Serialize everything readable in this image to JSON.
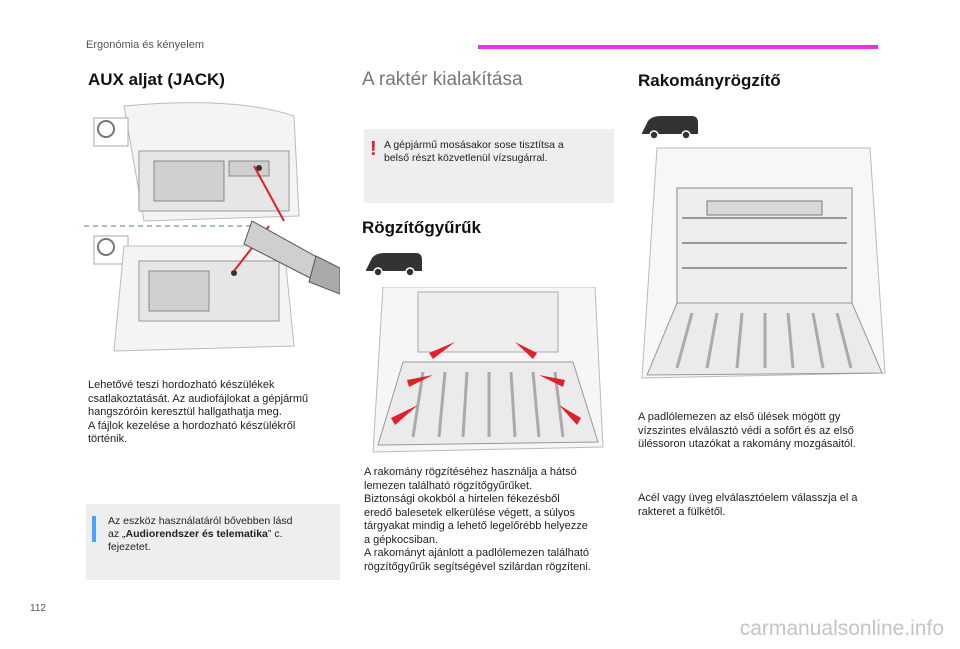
{
  "header": {
    "section": "Ergonómia és kényelem",
    "accent_color": "#e632e6"
  },
  "page_number": "112",
  "col1": {
    "title": "AUX aljat (JACK)",
    "body": [
      "Lehetővé teszi hordozható készülékek",
      "csatlakoztatását. Az audiofájlokat a gépjármű",
      "hangszóróin keresztül hallgathatja meg.",
      "A fájlok kezelése a hordozható készülékről",
      "történik."
    ],
    "note": {
      "icon": "info-icon",
      "line1": "Az eszköz használatáról bővebben lásd",
      "line2_prefix": "az „",
      "line2_bold": "Audiorendszer és telematika",
      "line2_suffix": "” c.",
      "line3": "fejezetet."
    }
  },
  "col2": {
    "title": "A raktér kialakítása",
    "warning": {
      "icon": "warning-icon",
      "mark": "!",
      "line1": "A gépjármű mosásakor sose tisztítsa a",
      "line2": "belső részt közvetlenül vízsugárral."
    },
    "subtitle": "Rögzítőgyűrűk",
    "body": [
      "A rakomány rögzítéséhez használja a hátsó",
      "lemezen található rögzítőgyűrűket.",
      "Biztonsági okokból a hirtelen fékezésből",
      "eredő balesetek elkerülése végett, a súlyos",
      "tárgyakat mindig a lehető legelőrébb helyezze",
      "a gépkocsiban.",
      "A rakományt ajánlott a padlólemezen található",
      "rögzítőgyűrűk segítségével szilárdan rögzíteni."
    ]
  },
  "col3": {
    "title": "Rakományrögzítő",
    "body1": [
      "A padlólemezen az első ülések mögött gy",
      "vízszintes elválasztó védi a sofőrt és az első",
      "üléssoron utazókat a rakomány mozgásaitól."
    ],
    "body2": [
      "Acél vagy üveg elválasztóelem válasszja el a",
      "rakteret a fülkétől."
    ]
  },
  "watermark": "carmanualsonline.info"
}
